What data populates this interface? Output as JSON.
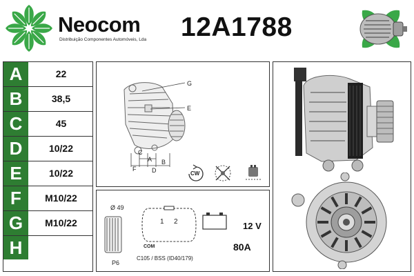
{
  "brand": {
    "name": "Neocom",
    "tagline": "Distribuição Componentes Automóveis, Lda"
  },
  "part_number": "12A1788",
  "specs": [
    {
      "letter": "A",
      "value": "22"
    },
    {
      "letter": "B",
      "value": "38,5"
    },
    {
      "letter": "C",
      "value": "45"
    },
    {
      "letter": "D",
      "value": "10/22"
    },
    {
      "letter": "E",
      "value": "10/22"
    },
    {
      "letter": "F",
      "value": "M10/22"
    },
    {
      "letter": "G",
      "value": "M10/22"
    },
    {
      "letter": "H",
      "value": ""
    }
  ],
  "diagram": {
    "labels": {
      "g": "G",
      "e": "E",
      "c": "C",
      "a": "A",
      "b": "B",
      "f": "F",
      "d": "D"
    },
    "rotation_label": "CW"
  },
  "connector": {
    "pulley_diameter": "Ø 49",
    "pulley_type": "P6",
    "pin1": "1",
    "pin2": "2",
    "com_label": "COM",
    "voltage": "12 V",
    "amperage": "80A",
    "regulator": "C105 / BSS (ID40/179)"
  },
  "colors": {
    "accent_green": "#2e7d32",
    "logo_green": "#3aa848"
  },
  "icons": [
    "logo-leaf-icon",
    "clockwise-rotation-icon",
    "no-fan-icon",
    "plug-icon",
    "battery-icon",
    "pulley-icon"
  ]
}
